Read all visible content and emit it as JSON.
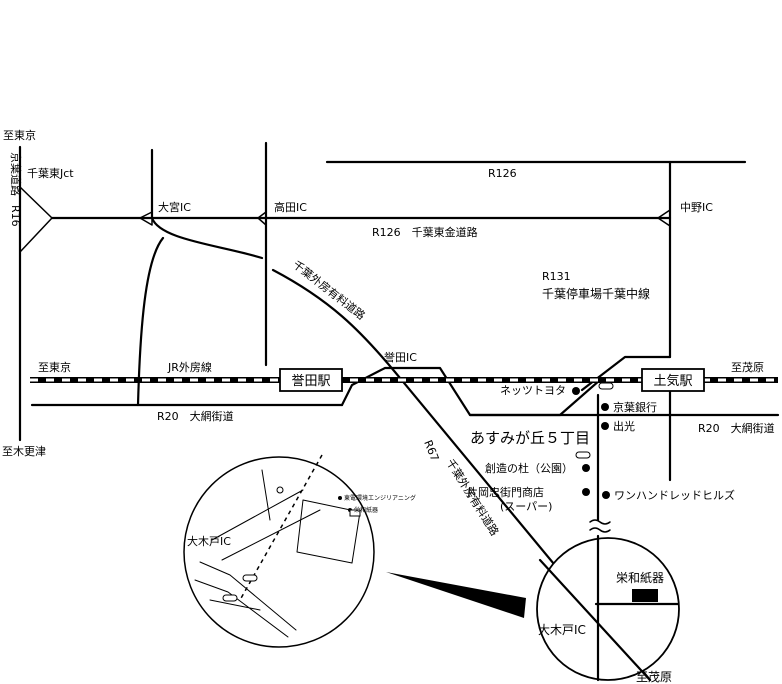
{
  "map": {
    "expressways": {
      "keiyo_road": "京葉道路",
      "r16": "R16",
      "chiba_higashi_jct": "千葉東Jct",
      "to_tokyo_top": "至東京",
      "to_kisarazu": "至木更津",
      "omiya_ic": "大宮IC",
      "takada_ic": "高田IC",
      "nakano_ic": "中野IC",
      "r126_top": "R126",
      "r126_road": "R126　千葉東金道路",
      "r131": "R131",
      "chiba_station_line": "千葉停車場千葉中線",
      "sotobo_toll_road_upper": "千葉外房有料道路",
      "homareda_ic": "誉田IC",
      "r67": "R67",
      "sotobo_toll_road_lower": "千葉外房有料道路",
      "okido_ic": "大木戸IC",
      "to_mobara_bottom": "至茂原"
    },
    "railway": {
      "to_tokyo": "至東京",
      "jr_sotobo_line": "JR外房線",
      "homareda_station": "誉田駅",
      "toke_station": "土気駅",
      "to_mobara": "至茂原"
    },
    "r20": {
      "left": "R20　大網街道",
      "right": "R20　大網街道"
    },
    "landmarks": {
      "netz_toyota": "ネッツトヨタ",
      "keiyo_bank": "京葉銀行",
      "asumigaoka": "あすみが丘５丁目",
      "idemitsu": "出光",
      "forest": "創造の杜（公園）",
      "kataoka_line1": "片岡忠街門商店",
      "kataoka_line2": "(スーパー)",
      "one_hundred_hills": "ワンハンドレッドヒルズ",
      "eiwa_shiki": "栄和紙器"
    },
    "inset": {
      "okido_ic": "大木戸IC",
      "toden": "東電環境エンジリアニング",
      "eiwa": "栄和紙器"
    }
  }
}
